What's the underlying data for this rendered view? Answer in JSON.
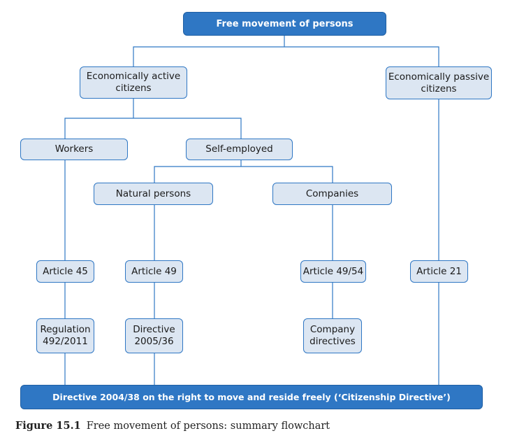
{
  "diagram": {
    "root": "Free movement of persons",
    "active": "Economically active\ncitizens",
    "passive": "Economically passive\ncitizens",
    "workers": "Workers",
    "self_employed": "Self-employed",
    "natural_persons": "Natural persons",
    "companies": "Companies",
    "art45": "Article 45",
    "art49": "Article 49",
    "art49_54": "Article 49/54",
    "art21": "Article 21",
    "regulation": "Regulation\n492/2011",
    "directive_2005": "Directive\n2005/36",
    "company_directives": "Company\ndirectives",
    "citizenship_directive": "Directive 2004/38 on the right to move and reside freely (‘Citizenship Directive’)"
  },
  "caption": {
    "number": "Figure 15.1",
    "text": "Free movement of persons: summary flowchart"
  },
  "colors": {
    "line": "#2f77c4",
    "box_fill": "#dce6f2",
    "dark_fill": "#2f77c4"
  }
}
